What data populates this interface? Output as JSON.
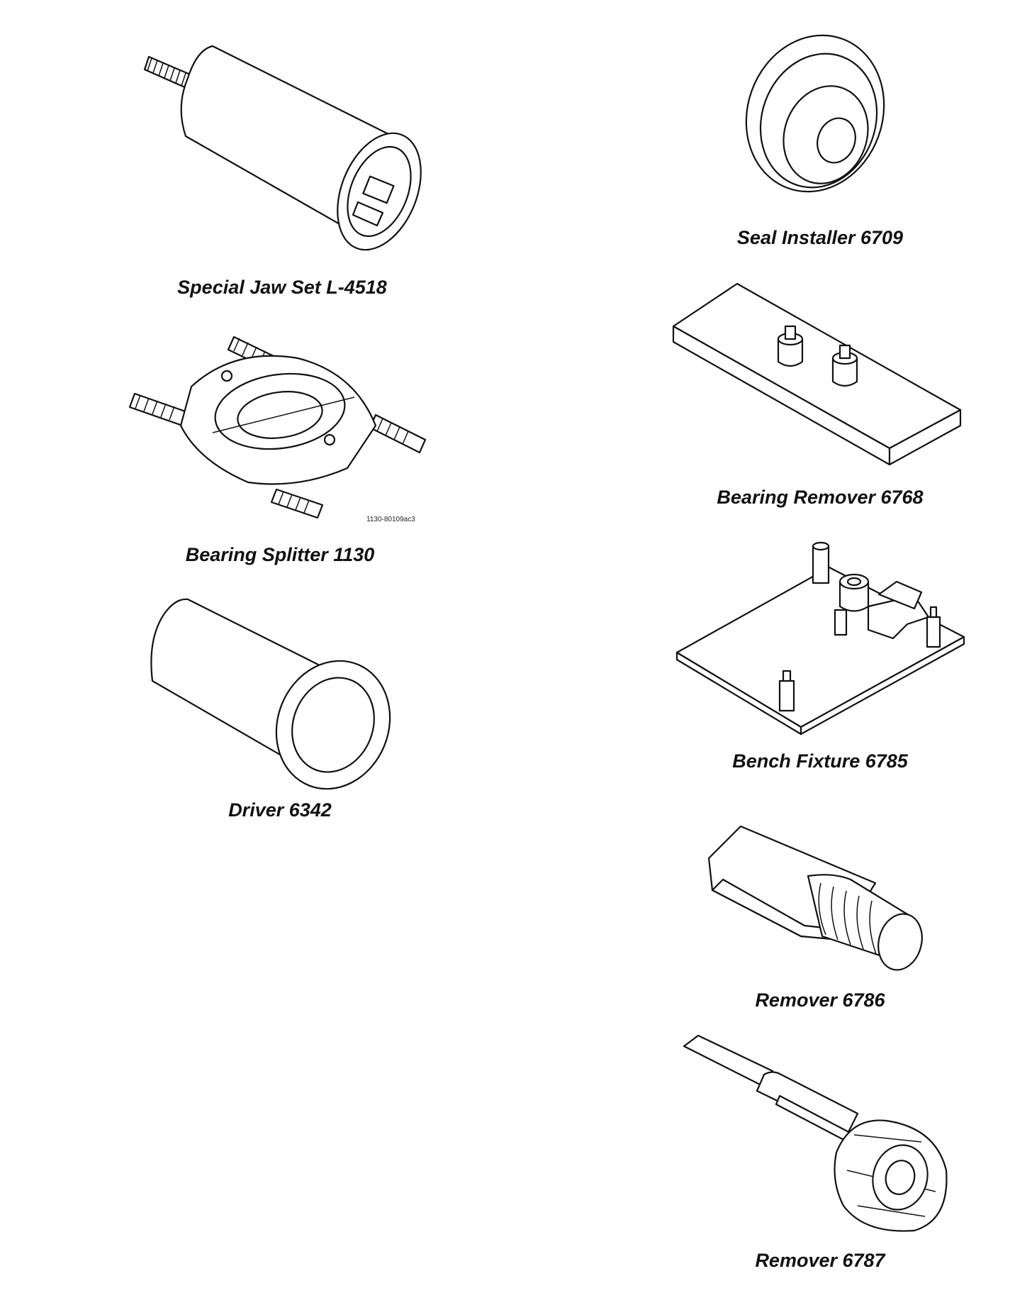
{
  "tools": [
    {
      "name": "Special Jaw Set L-4518",
      "icon": "jaw-set-icon"
    },
    {
      "name": "Bearing Splitter 1130",
      "icon": "bearing-splitter-icon"
    },
    {
      "name": "Driver 6342",
      "icon": "driver-icon"
    },
    {
      "name": "Seal Installer 6709",
      "icon": "seal-installer-icon"
    },
    {
      "name": "Bearing Remover 6768",
      "icon": "bearing-remover-icon"
    },
    {
      "name": "Bench Fixture 6785",
      "icon": "bench-fixture-icon"
    },
    {
      "name": "Remover 6786",
      "icon": "remover-6786-icon"
    },
    {
      "name": "Remover 6787",
      "icon": "remover-6787-icon"
    }
  ],
  "figure_code": "1130-80109ac3"
}
